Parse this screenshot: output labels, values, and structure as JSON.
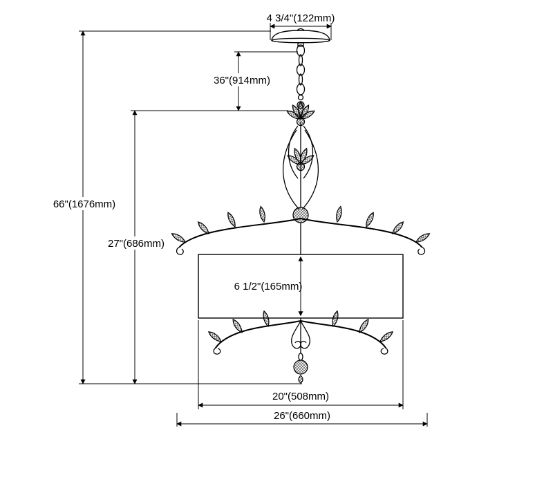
{
  "diagram": {
    "subject": "chandelier-dimension-drawing",
    "background": "#ffffff",
    "line_color": "#000000",
    "labels": {
      "canopy_width": "4 3/4\"(122mm)",
      "chain_length": "36\"(914mm)",
      "overall_height": "66\"(1676mm)",
      "body_height": "27\"(686mm)",
      "shade_height": "6 1/2\"(165mm)",
      "shade_width": "20\"(508mm)",
      "overall_width": "26\"(660mm)"
    }
  }
}
